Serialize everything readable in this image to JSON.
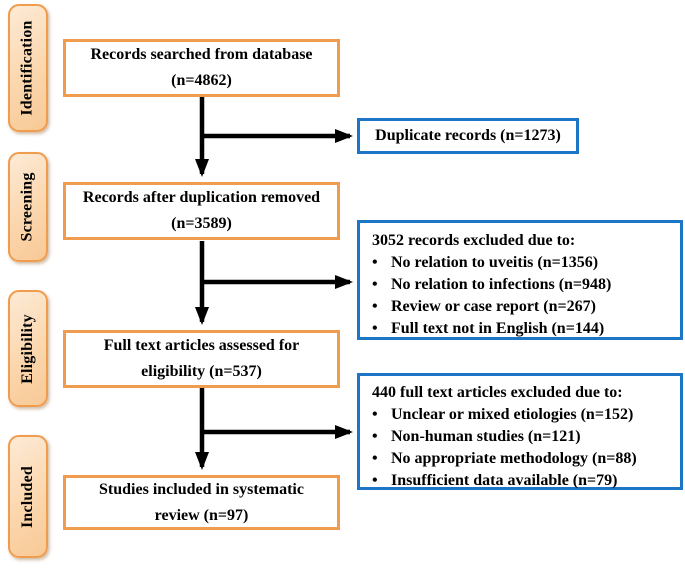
{
  "diagram": {
    "type": "prisma-flow",
    "stages": [
      {
        "label": "Identification"
      },
      {
        "label": "Screening"
      },
      {
        "label": "Eligibility"
      },
      {
        "label": "Included"
      }
    ],
    "flow_boxes": [
      {
        "lines": [
          "Records searched from database",
          "(n=4862)"
        ]
      },
      {
        "lines": [
          "Records after duplication removed",
          "(n=3589)"
        ]
      },
      {
        "lines": [
          "Full text articles assessed for",
          "eligibility (n=537)"
        ]
      },
      {
        "lines": [
          "Studies included in systematic",
          "review (n=97)"
        ]
      }
    ],
    "exclusion_boxes": [
      {
        "title": "Duplicate records (n=1273)",
        "items": []
      },
      {
        "title": "3052 records excluded due to:",
        "items": [
          "No relation to uveitis (n=1356)",
          "No relation to infections (n=948)",
          "Review or case report (n=267)",
          "Full text not in English (n=144)"
        ]
      },
      {
        "title": "440 full text articles excluded due to:",
        "items": [
          "Unclear or mixed etiologies (n=152)",
          "Non-human studies (n=121)",
          "No appropriate methodology (n=88)",
          "Insufficient data available (n=79)"
        ]
      }
    ]
  },
  "icons": {
    "bullet": "•"
  },
  "colors": {
    "orange": "#F09C4E",
    "orange_fill": "#FBD7AE",
    "blue": "#1C76C5",
    "arrow": "#000000"
  }
}
